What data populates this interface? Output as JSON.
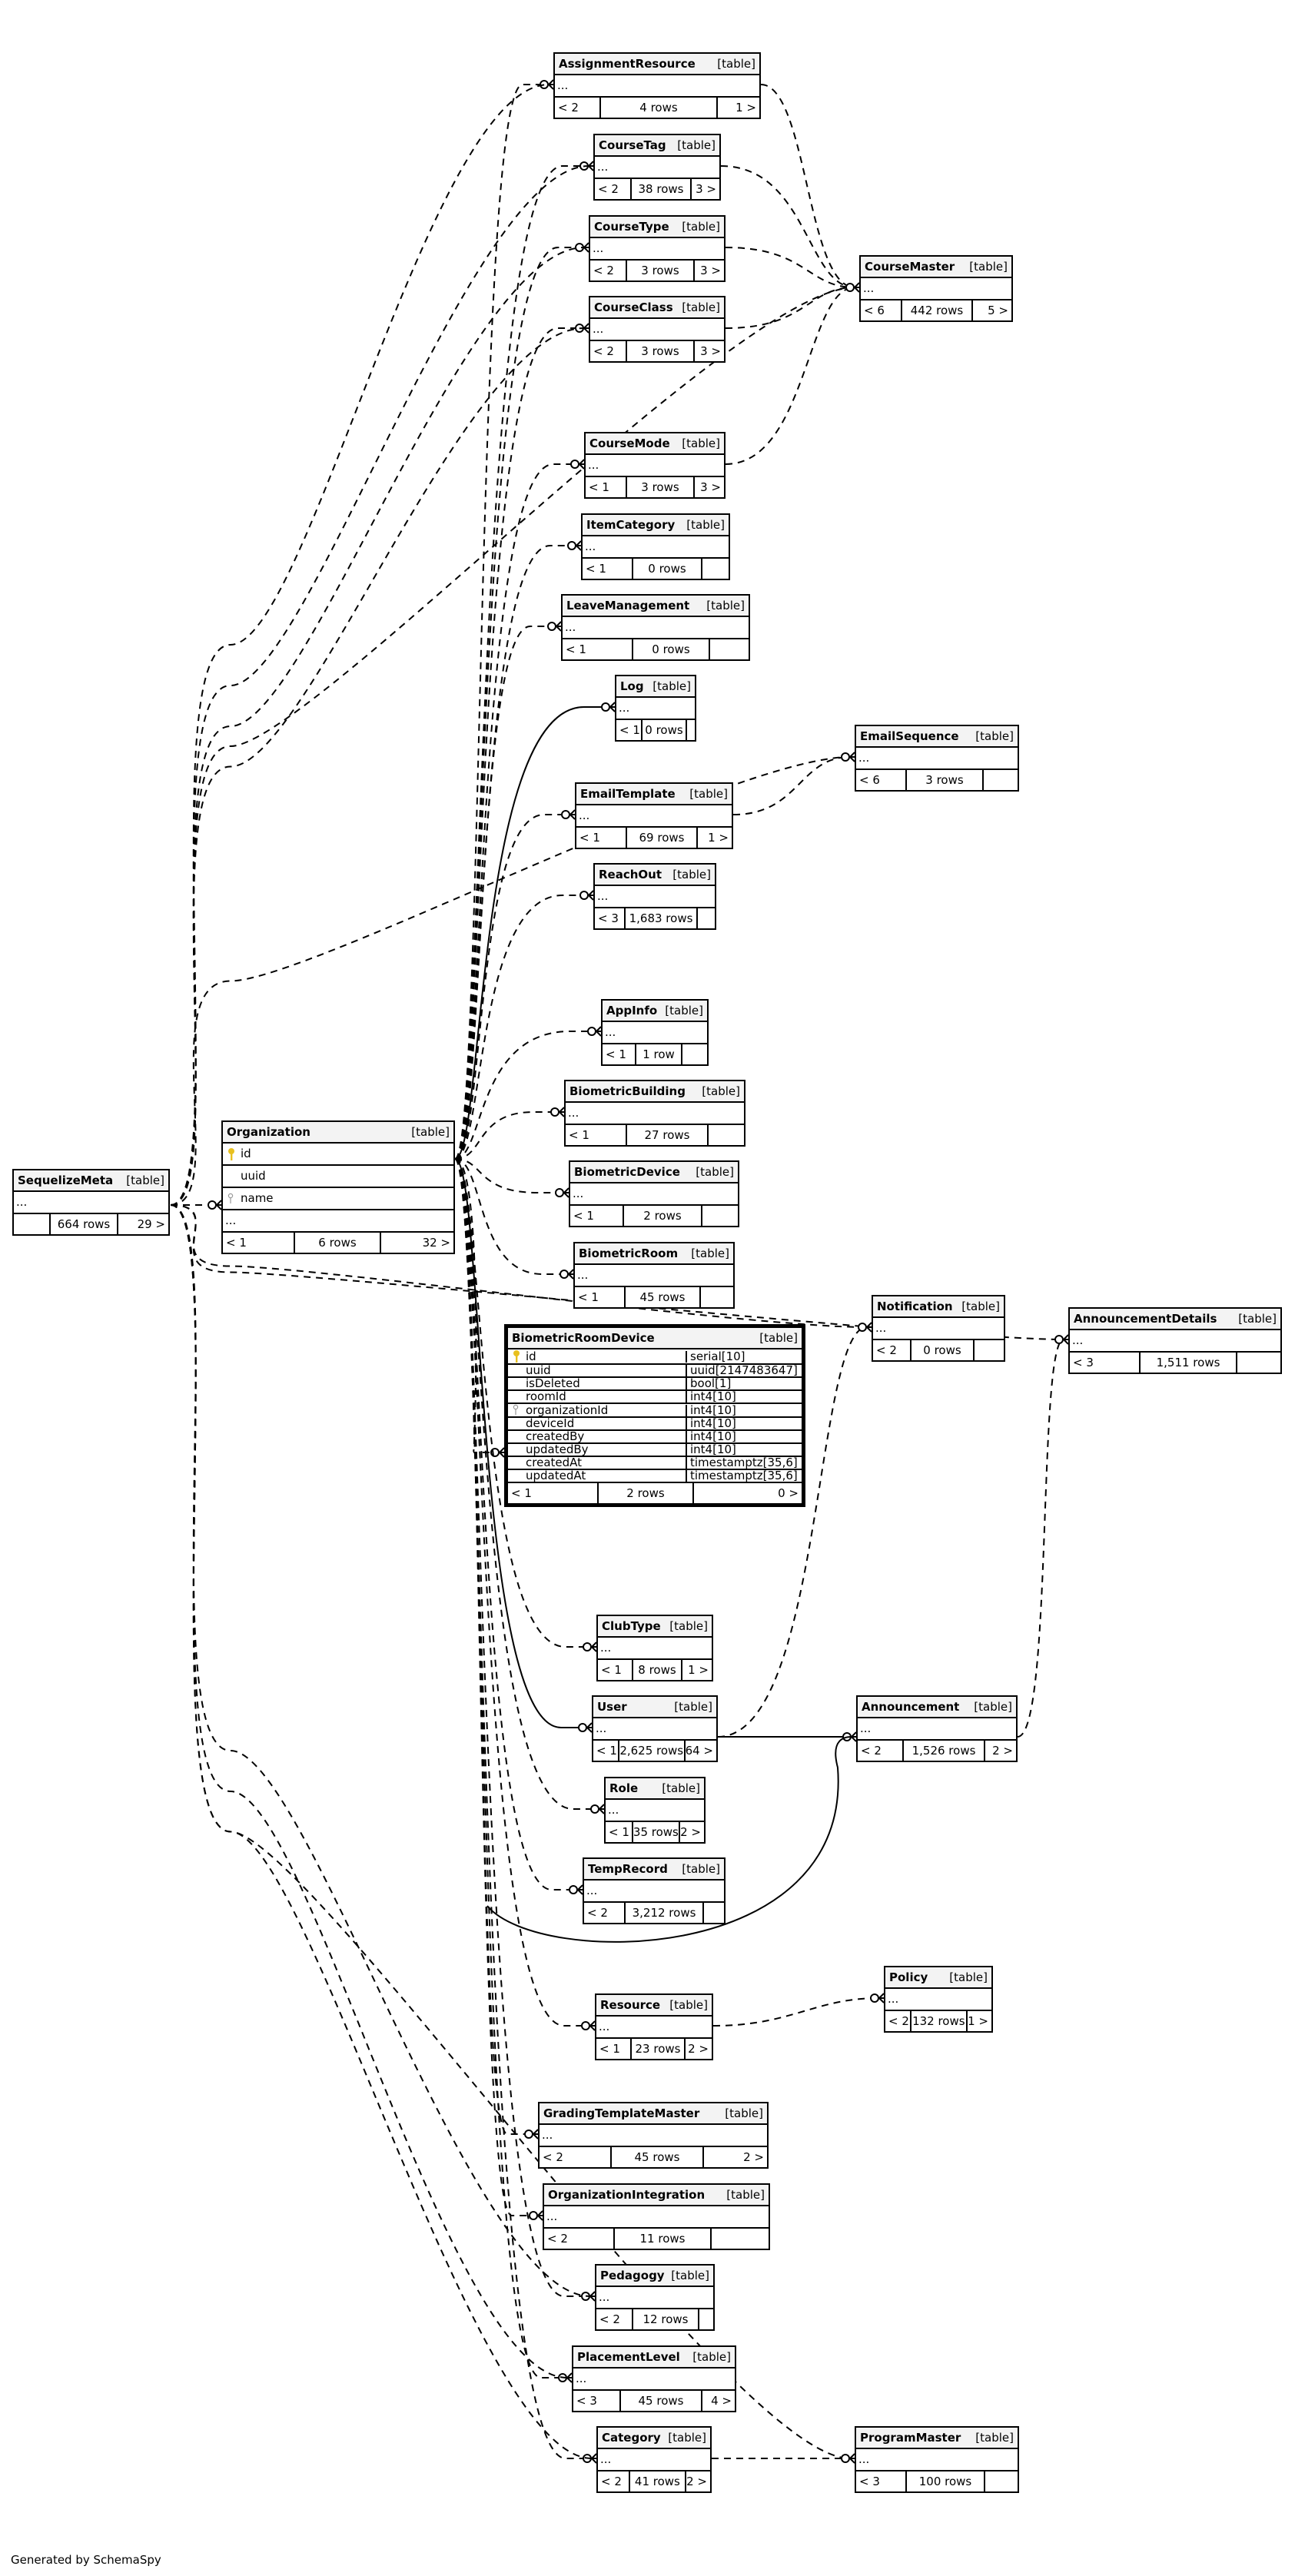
{
  "generated_by": "Generated by SchemaSpy",
  "table_label": "[table]",
  "ellipsis": "...",
  "colors": {
    "line": "#000000",
    "header": "#f3f3f3",
    "key": "#e8c020"
  },
  "tables": {
    "SequelizeMeta": {
      "name": "SequelizeMeta",
      "left": "",
      "rows": "664 rows",
      "right": "29 >"
    },
    "Organization": {
      "name": "Organization",
      "left": "< 1",
      "rows": "6 rows",
      "right": "32 >",
      "cols": [
        "id",
        "uuid",
        "name"
      ]
    },
    "AssignmentResource": {
      "name": "AssignmentResource",
      "left": "< 2",
      "rows": "4 rows",
      "right": "1 >"
    },
    "CourseTag": {
      "name": "CourseTag",
      "left": "< 2",
      "rows": "38 rows",
      "right": "3 >"
    },
    "CourseType": {
      "name": "CourseType",
      "left": "< 2",
      "rows": "3 rows",
      "right": "3 >"
    },
    "CourseClass": {
      "name": "CourseClass",
      "left": "< 2",
      "rows": "3 rows",
      "right": "3 >"
    },
    "CourseMaster": {
      "name": "CourseMaster",
      "left": "< 6",
      "rows": "442 rows",
      "right": "5 >"
    },
    "CourseMode": {
      "name": "CourseMode",
      "left": "< 1",
      "rows": "3 rows",
      "right": "3 >"
    },
    "ItemCategory": {
      "name": "ItemCategory",
      "left": "< 1",
      "rows": "0 rows",
      "right": ""
    },
    "LeaveManagement": {
      "name": "LeaveManagement",
      "left": "< 1",
      "rows": "0 rows",
      "right": ""
    },
    "Log": {
      "name": "Log",
      "left": "< 1",
      "rows": "0 rows",
      "right": ""
    },
    "EmailSequence": {
      "name": "EmailSequence",
      "left": "< 6",
      "rows": "3 rows",
      "right": ""
    },
    "EmailTemplate": {
      "name": "EmailTemplate",
      "left": "< 1",
      "rows": "69 rows",
      "right": "1 >"
    },
    "ReachOut": {
      "name": "ReachOut",
      "left": "< 3",
      "rows": "1,683 rows",
      "right": ""
    },
    "AppInfo": {
      "name": "AppInfo",
      "left": "< 1",
      "rows": "1 row",
      "right": ""
    },
    "BiometricBuilding": {
      "name": "BiometricBuilding",
      "left": "< 1",
      "rows": "27 rows",
      "right": ""
    },
    "BiometricDevice": {
      "name": "BiometricDevice",
      "left": "< 1",
      "rows": "2 rows",
      "right": ""
    },
    "BiometricRoom": {
      "name": "BiometricRoom",
      "left": "< 1",
      "rows": "45 rows",
      "right": ""
    },
    "Notification": {
      "name": "Notification",
      "left": "< 2",
      "rows": "0 rows",
      "right": ""
    },
    "AnnouncementDetails": {
      "name": "AnnouncementDetails",
      "left": "< 3",
      "rows": "1,511 rows",
      "right": ""
    },
    "BiometricRoomDevice": {
      "name": "BiometricRoomDevice",
      "left": "< 1",
      "rows": "2 rows",
      "right": "0 >",
      "columns": [
        {
          "name": "id",
          "type": "serial[10]"
        },
        {
          "name": "uuid",
          "type": "uuid[2147483647]"
        },
        {
          "name": "isDeleted",
          "type": "bool[1]"
        },
        {
          "name": "roomId",
          "type": "int4[10]"
        },
        {
          "name": "organizationId",
          "type": "int4[10]"
        },
        {
          "name": "deviceId",
          "type": "int4[10]"
        },
        {
          "name": "createdBy",
          "type": "int4[10]"
        },
        {
          "name": "updatedBy",
          "type": "int4[10]"
        },
        {
          "name": "createdAt",
          "type": "timestamptz[35,6]"
        },
        {
          "name": "updatedAt",
          "type": "timestamptz[35,6]"
        }
      ]
    },
    "ClubType": {
      "name": "ClubType",
      "left": "< 1",
      "rows": "8 rows",
      "right": "1 >"
    },
    "User": {
      "name": "User",
      "left": "< 1",
      "rows": "2,625 rows",
      "right": "64 >"
    },
    "Announcement": {
      "name": "Announcement",
      "left": "< 2",
      "rows": "1,526 rows",
      "right": "2 >"
    },
    "Role": {
      "name": "Role",
      "left": "< 1",
      "rows": "35 rows",
      "right": "2 >"
    },
    "TempRecord": {
      "name": "TempRecord",
      "left": "< 2",
      "rows": "3,212 rows",
      "right": ""
    },
    "Policy": {
      "name": "Policy",
      "left": "< 2",
      "rows": "132 rows",
      "right": "1 >"
    },
    "Resource": {
      "name": "Resource",
      "left": "< 1",
      "rows": "23 rows",
      "right": "2 >"
    },
    "GradingTemplateMaster": {
      "name": "GradingTemplateMaster",
      "left": "< 2",
      "rows": "45 rows",
      "right": "2 >"
    },
    "OrganizationIntegration": {
      "name": "OrganizationIntegration",
      "left": "< 2",
      "rows": "11 rows",
      "right": ""
    },
    "Pedagogy": {
      "name": "Pedagogy",
      "left": "< 2",
      "rows": "12 rows",
      "right": ""
    },
    "PlacementLevel": {
      "name": "PlacementLevel",
      "left": "< 3",
      "rows": "45 rows",
      "right": "4 >"
    },
    "Category": {
      "name": "Category",
      "left": "< 2",
      "rows": "41 rows",
      "right": "2 >"
    },
    "ProgramMaster": {
      "name": "ProgramMaster",
      "left": "< 3",
      "rows": "100 rows",
      "right": ""
    }
  }
}
